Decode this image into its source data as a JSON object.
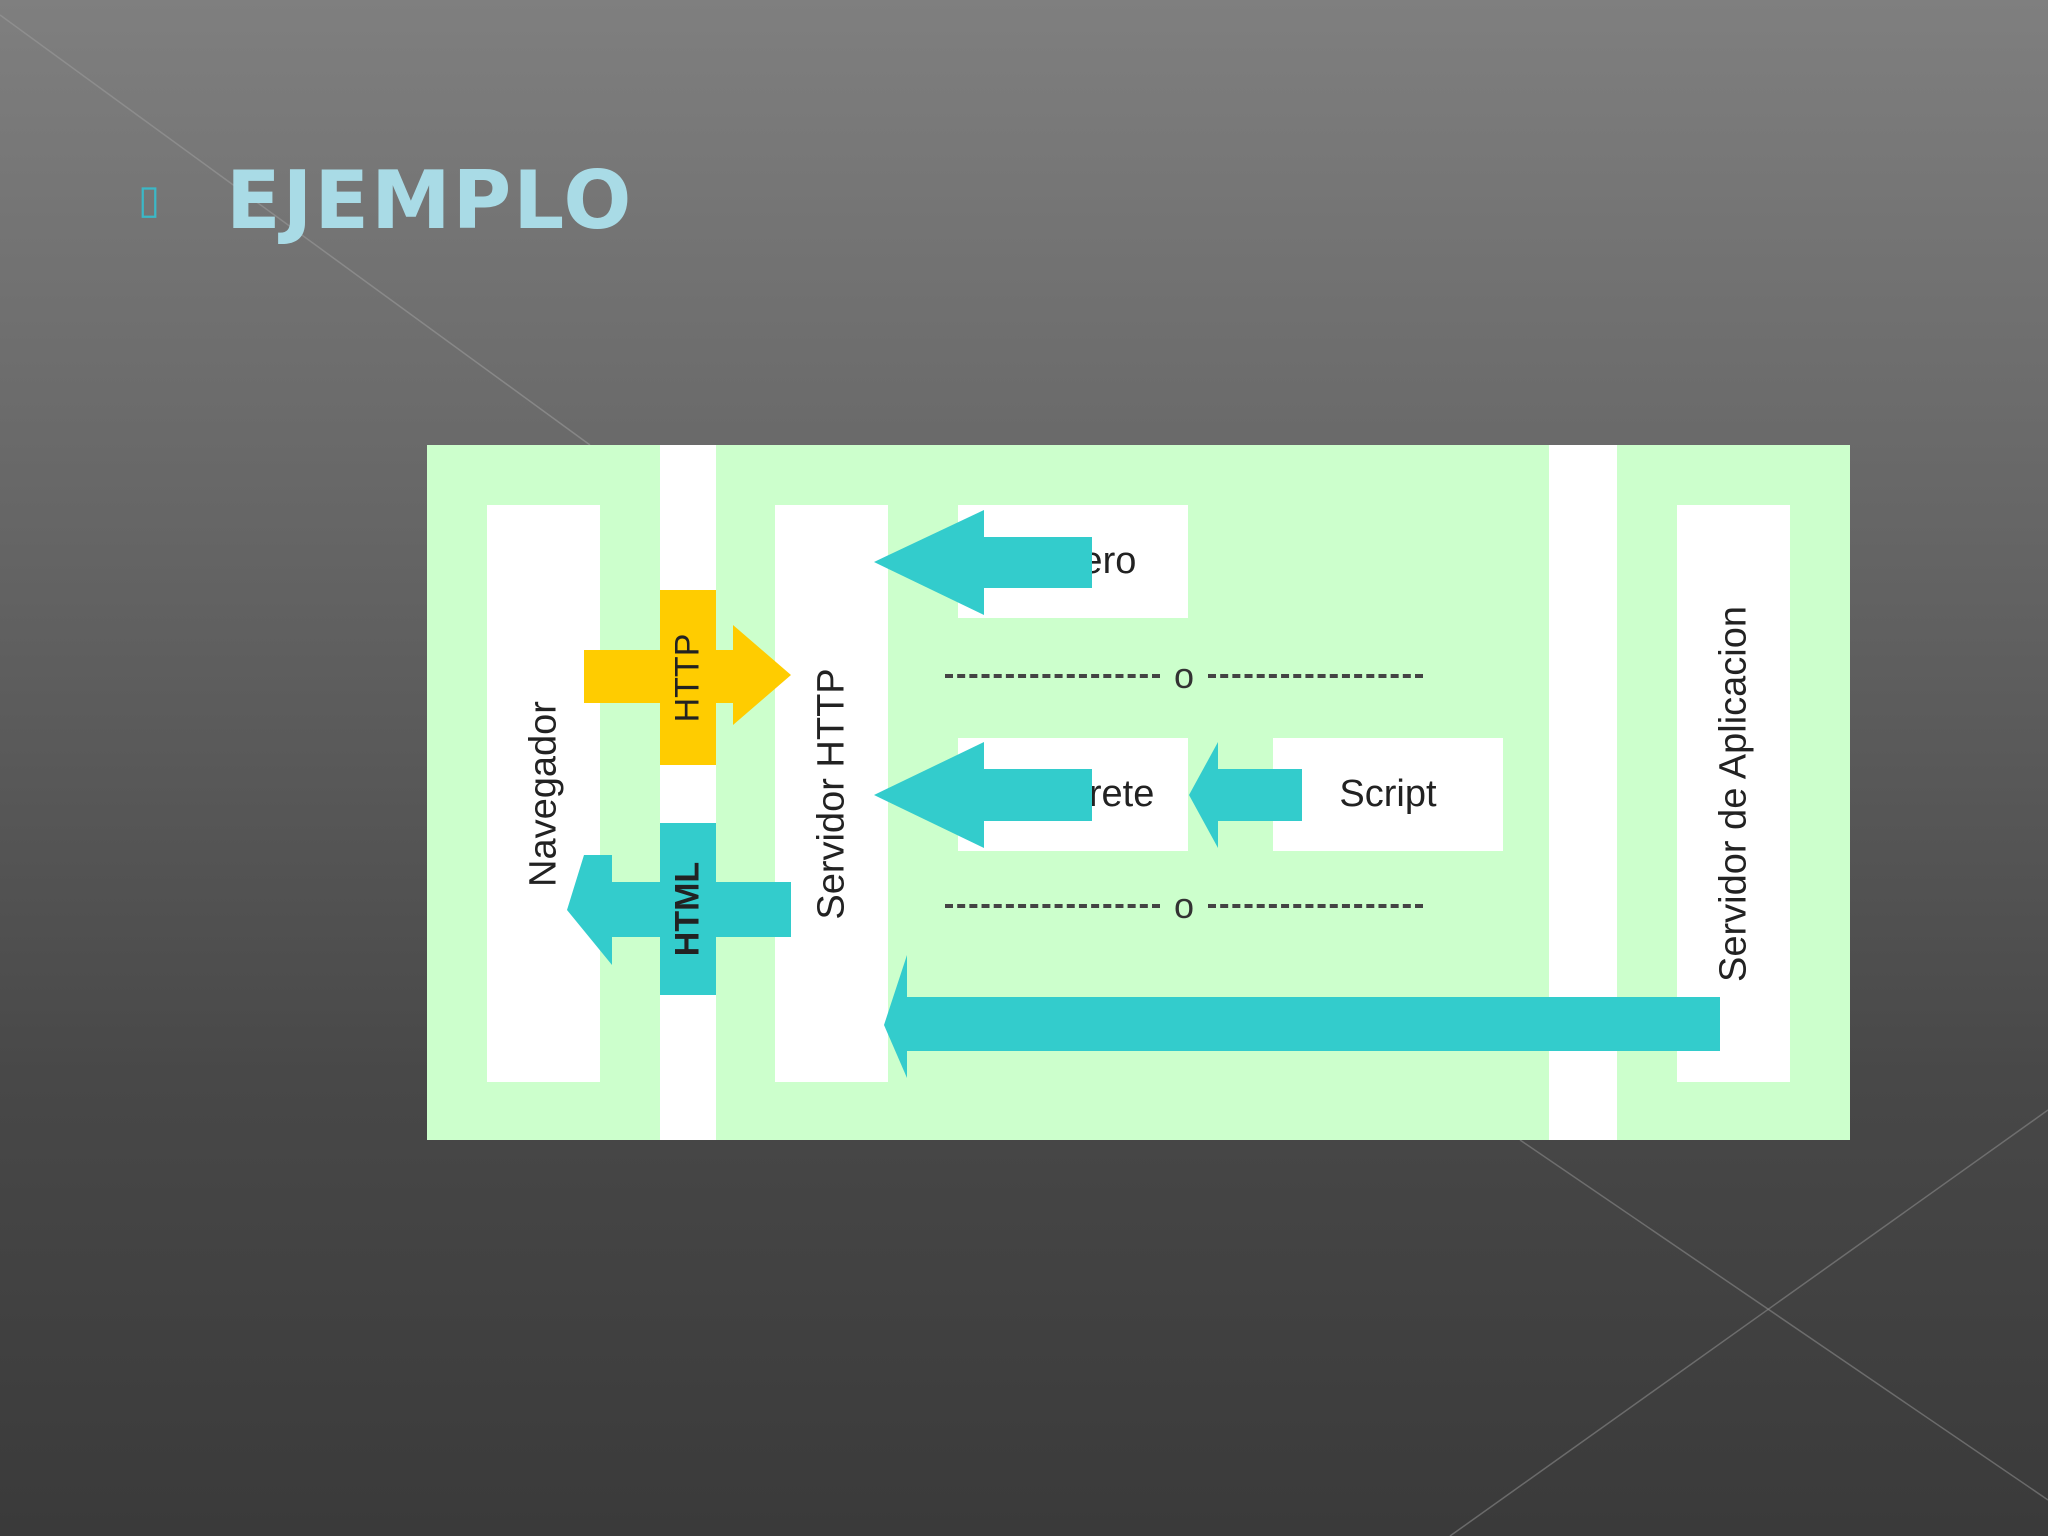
{
  "slide": {
    "bullet": "▯",
    "title": "EJEMPLO"
  },
  "diagram": {
    "nodes": {
      "browser": "Navegador",
      "http_server": "Servidor HTTP",
      "file": "Fichero",
      "interpreter": "Interprete",
      "script": "Script",
      "app_server": "Servidor de Aplicacion"
    },
    "protocols": {
      "request": "HTTP",
      "response": "HTML"
    },
    "separators": [
      "o",
      "o"
    ]
  },
  "colors": {
    "diagram_bg": "#ccffcc",
    "arrow_teal": "#33cccc",
    "arrow_yellow": "#ffcc00",
    "title": "#a9dbe6",
    "bullet": "#3bb8c7"
  }
}
